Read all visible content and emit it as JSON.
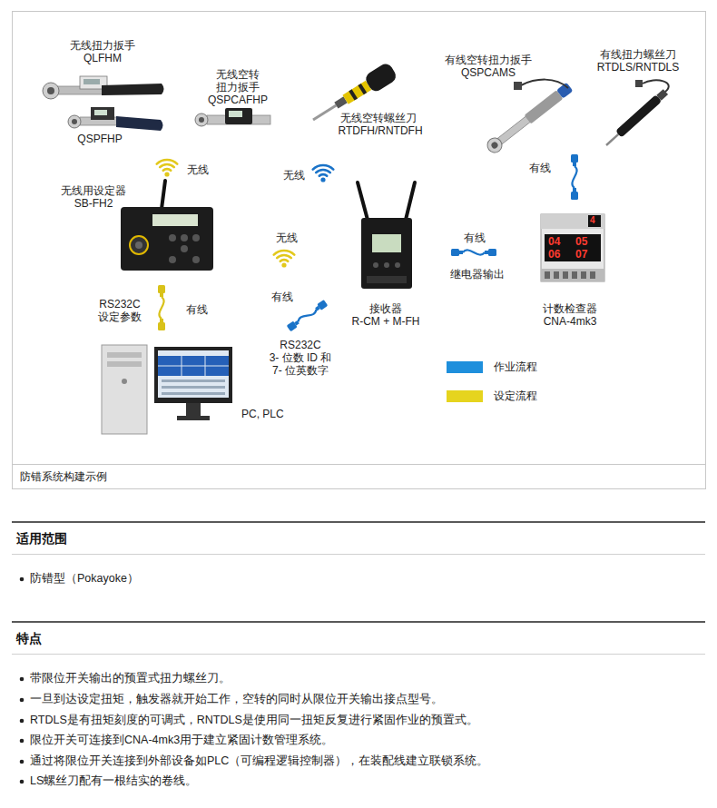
{
  "diagram": {
    "caption": "防错系统构建示例",
    "nodes": [
      {
        "text": [
          "无线扭力扳手",
          "QLFHM"
        ]
      },
      {
        "text": [
          "QSPFHP"
        ]
      },
      {
        "text": [
          "无线空转 扭力扳手",
          "QSPCAFHP"
        ]
      },
      {
        "text": [
          "无线空转螺丝刀",
          "RTDFH/RNTDFH"
        ]
      },
      {
        "text": [
          "有线空转扭力扳手",
          "QSPCAMS"
        ]
      },
      {
        "text": [
          "有线扭力螺丝刀",
          "RTDLS/RNTDLS"
        ]
      },
      {
        "text": [
          "无线用设定器",
          "SB-FH2"
        ]
      },
      {
        "text": [
          "接收器",
          "R-CM + M-FH"
        ]
      },
      {
        "text": [
          "计数检查器",
          "CNA-4mk3"
        ]
      },
      {
        "text": [
          "PC, PLC"
        ]
      }
    ],
    "labels": [
      "无线",
      "无线",
      "有线",
      "无线",
      "有线",
      "继电器输出",
      "有线",
      "RS232C",
      "3- 位数 ID 和 7- 位英数字",
      "RS232C 设定参数",
      "有线",
      "4",
      "04",
      "05",
      "06",
      "07",
      "适用范围",
      "防错型（Pokayoke）",
      "特点",
      "带限位开关输出的预置式扭力螺丝刀。",
      "一旦到达设定扭矩，触发器就开始工作，空转的同时从限位开关输出接点型号。",
      "RTDLS是有扭矩刻度的可调式，RNTDLS是使用同一扭矩反复进行紧固作业的预置式。",
      "限位开关可连接到CNA-4mk3用于建立紧固计数管理系统。",
      "通过将限位开关连接到外部设备如PLC（可编程逻辑控制器），在装配线建立联锁系统。",
      "LS螺丝刀配有一根结实的卷线。"
    ],
    "legend": [
      {
        "text": "作业流程",
        "color": "#1e8fdc"
      },
      {
        "text": "设定流程",
        "color": "#e6d41e"
      }
    ]
  }
}
